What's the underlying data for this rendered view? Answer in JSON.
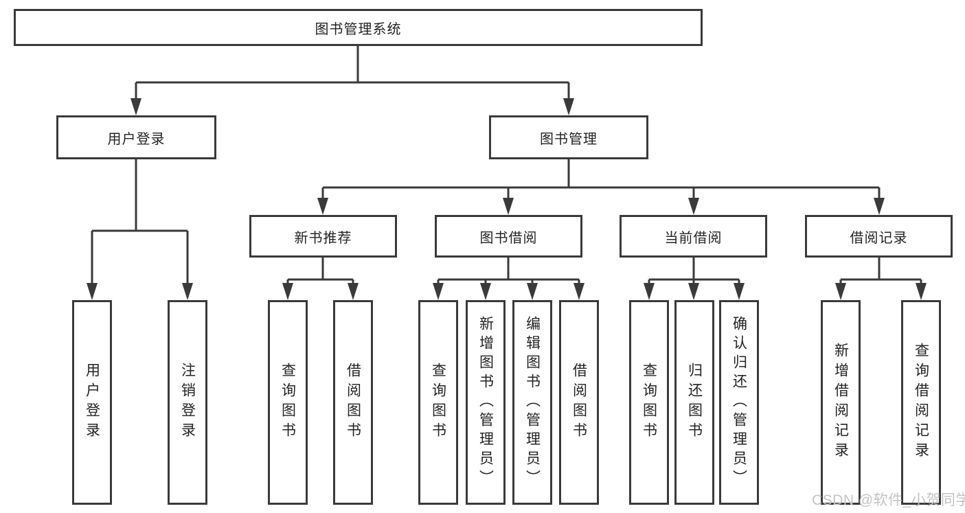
{
  "colors": {
    "line": "#3a3a3a",
    "box_border": "#3a3a3a",
    "text": "#232323",
    "watermark": "#c3c3c3",
    "background": "#ffffff"
  },
  "watermark": {
    "text": "CSDN @软件_小贺同学"
  },
  "tree": {
    "label": "图书管理系统",
    "children": [
      {
        "label": "用户登录",
        "children": [
          {
            "label": "用户登录"
          },
          {
            "label": "注销登录"
          }
        ]
      },
      {
        "label": "图书管理",
        "children": [
          {
            "label": "新书推荐",
            "children": [
              {
                "label": "查询图书"
              },
              {
                "label": "借阅图书"
              }
            ]
          },
          {
            "label": "图书借阅",
            "children": [
              {
                "label": "查询图书"
              },
              {
                "label": "新增图书（管理员）"
              },
              {
                "label": "编辑图书（管理员）"
              },
              {
                "label": "借阅图书"
              }
            ]
          },
          {
            "label": "当前借阅",
            "children": [
              {
                "label": "查询图书"
              },
              {
                "label": "归还图书"
              },
              {
                "label": "确认归还（管理员）"
              }
            ]
          },
          {
            "label": "借阅记录",
            "children": [
              {
                "label": "新增借阅记录"
              },
              {
                "label": "查询借阅记录"
              }
            ]
          }
        ]
      }
    ]
  }
}
